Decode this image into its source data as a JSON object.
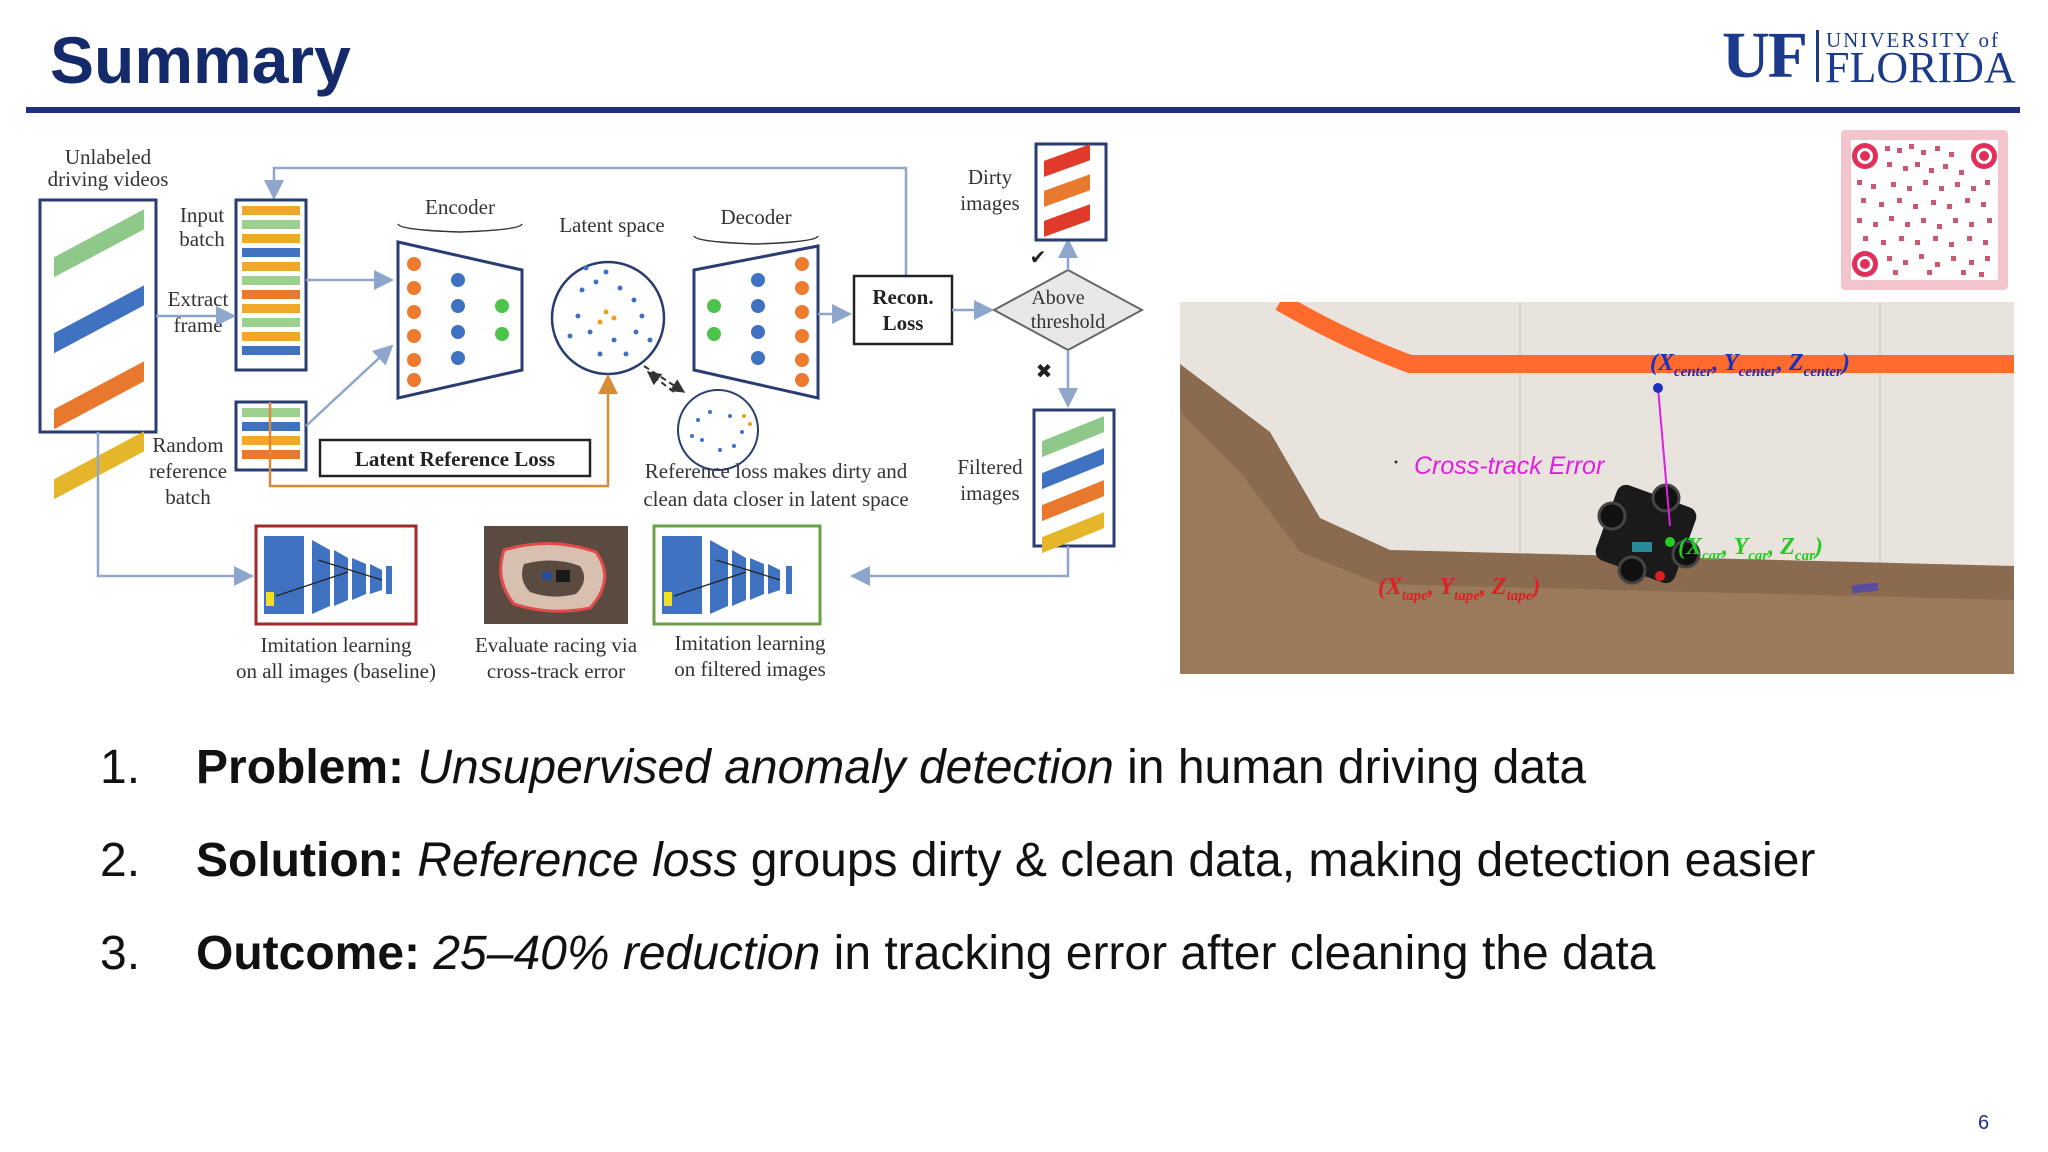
{
  "header": {
    "title": "Summary",
    "logo_uf": "UF",
    "logo_university": "UNIVERSITY of",
    "logo_florida": "FLORIDA"
  },
  "diagram": {
    "unlabeled_videos": [
      "Unlabeled",
      "driving videos"
    ],
    "input_batch": [
      "Input",
      "batch"
    ],
    "extract_frame": [
      "Extract",
      "frame"
    ],
    "random_batch": [
      "Random",
      "reference",
      "batch"
    ],
    "encoder": "Encoder",
    "latent_space": "Latent space",
    "decoder": "Decoder",
    "recon_loss": [
      "Recon.",
      "Loss"
    ],
    "dirty_images": [
      "Dirty",
      "images"
    ],
    "above_threshold": [
      "Above",
      "threshold"
    ],
    "filtered_images": [
      "Filtered",
      "images"
    ],
    "latent_reference_loss": "Latent Reference Loss",
    "reference_note": [
      "Reference loss makes dirty and",
      "clean data closer in latent space"
    ],
    "imitation_all": [
      "Imitation learning",
      "on all images (baseline)"
    ],
    "evaluate_racing": [
      "Evaluate racing via",
      "cross-track error"
    ],
    "imitation_filtered": [
      "Imitation learning",
      "on filtered images"
    ],
    "check_mark": "✔",
    "cross_mark": "✖"
  },
  "track_photo": {
    "center_label": "(X",
    "center_sub": "center",
    "center_y": "Y",
    "center_z": "Z",
    "car_label": "(X",
    "car_sub": "car",
    "car_y": "Y",
    "car_z": "Z",
    "tape_label": "(X",
    "tape_sub": "tape",
    "tape_y": "Y",
    "tape_z": "Z",
    "cross_track": "Cross-track Error"
  },
  "list": [
    {
      "num": "1.",
      "bold": "Problem:",
      "italic": "Unsupervised anomaly detection",
      "rest": " in human driving data"
    },
    {
      "num": "2.",
      "bold": "Solution:",
      "italic": "Reference loss",
      "rest": " groups dirty & clean data, making detection easier"
    },
    {
      "num": "3.",
      "bold": "Outcome:",
      "italic": "25–40% reduction",
      "rest": " in tracking error after cleaning the data"
    }
  ],
  "page_number": "6",
  "colors": {
    "navy": "#152a6b",
    "rule": "#1f2f86",
    "orange": "#ff6b2c",
    "magenta": "#e020e0",
    "green": "#22cc22",
    "red": "#e02020"
  }
}
